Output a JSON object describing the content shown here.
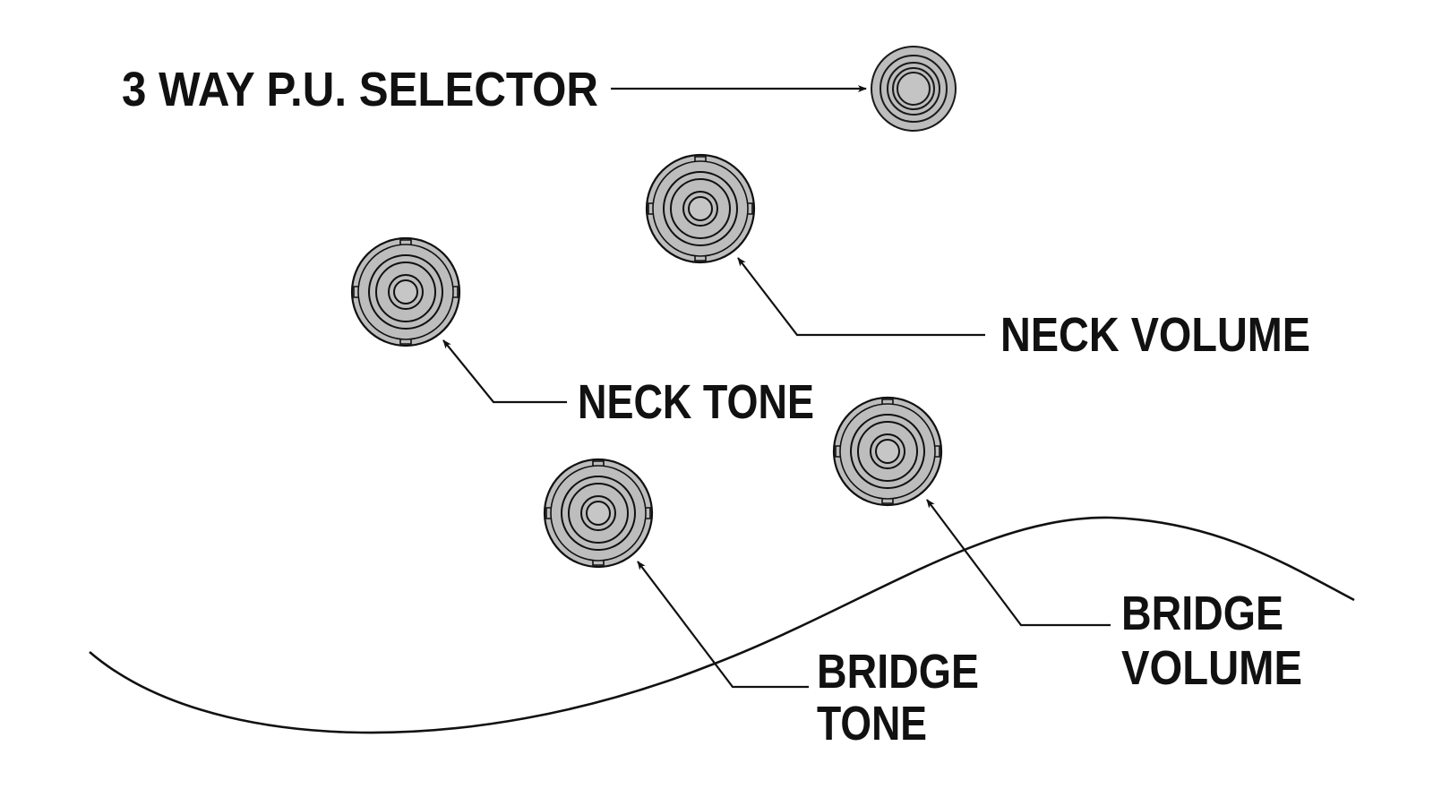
{
  "colors": {
    "background": "#ffffff",
    "ink": "#111111",
    "knob_fill": "#bdbdbd"
  },
  "controls": [
    {
      "id": "pickup-selector",
      "label_lines": [
        "3 WAY P.U. SELECTOR"
      ],
      "type": "switch"
    },
    {
      "id": "neck-volume",
      "label_lines": [
        "NECK VOLUME"
      ],
      "type": "knob"
    },
    {
      "id": "neck-tone",
      "label_lines": [
        "NECK TONE"
      ],
      "type": "knob"
    },
    {
      "id": "bridge-volume",
      "label_lines": [
        "BRIDGE",
        "VOLUME"
      ],
      "type": "knob"
    },
    {
      "id": "bridge-tone",
      "label_lines": [
        "BRIDGE",
        "TONE"
      ],
      "type": "knob"
    }
  ]
}
